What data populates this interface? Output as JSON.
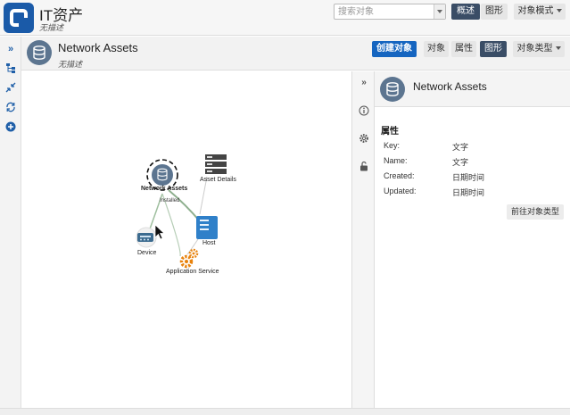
{
  "app": {
    "title": "IT资产",
    "subtitle": "无描述"
  },
  "search": {
    "placeholder": "搜索对象"
  },
  "top_tabs": {
    "overview": "概述",
    "graph": "图形",
    "object_mode": "对象模式"
  },
  "asset": {
    "title": "Network Assets",
    "subtitle": "无描述"
  },
  "toolbar": {
    "create_object": "创建对象",
    "object": "对象",
    "attribute": "属性",
    "graph": "图形",
    "object_type": "对象类型"
  },
  "graph": {
    "nodes": {
      "network_assets": "Network Assets",
      "asset_details": "Asset Details",
      "host": "Host",
      "device": "Device",
      "application_service": "Application Service"
    },
    "edge_label": "Installed"
  },
  "detail": {
    "title": "Network Assets",
    "properties_heading": "属性",
    "properties": [
      {
        "key": "Key:",
        "value": "文字"
      },
      {
        "key": "Name:",
        "value": "文字"
      },
      {
        "key": "Created:",
        "value": "日期时间"
      },
      {
        "key": "Updated:",
        "value": "日期时间"
      }
    ],
    "goto_button": "前往对象类型"
  },
  "colors": {
    "brand_blue": "#1a5aa8",
    "primary_button": "#1565c0",
    "active_tab": "#3a4d66",
    "node_blue": "#2f80c9",
    "gear_orange": "#e8820c"
  },
  "icons": {
    "rail": [
      "expand-icon",
      "hierarchy-icon",
      "collapse-icon",
      "refresh-icon",
      "add-circle-icon"
    ],
    "strip": [
      "expand-icon",
      "info-icon",
      "settings-icon",
      "lock-icon"
    ]
  }
}
